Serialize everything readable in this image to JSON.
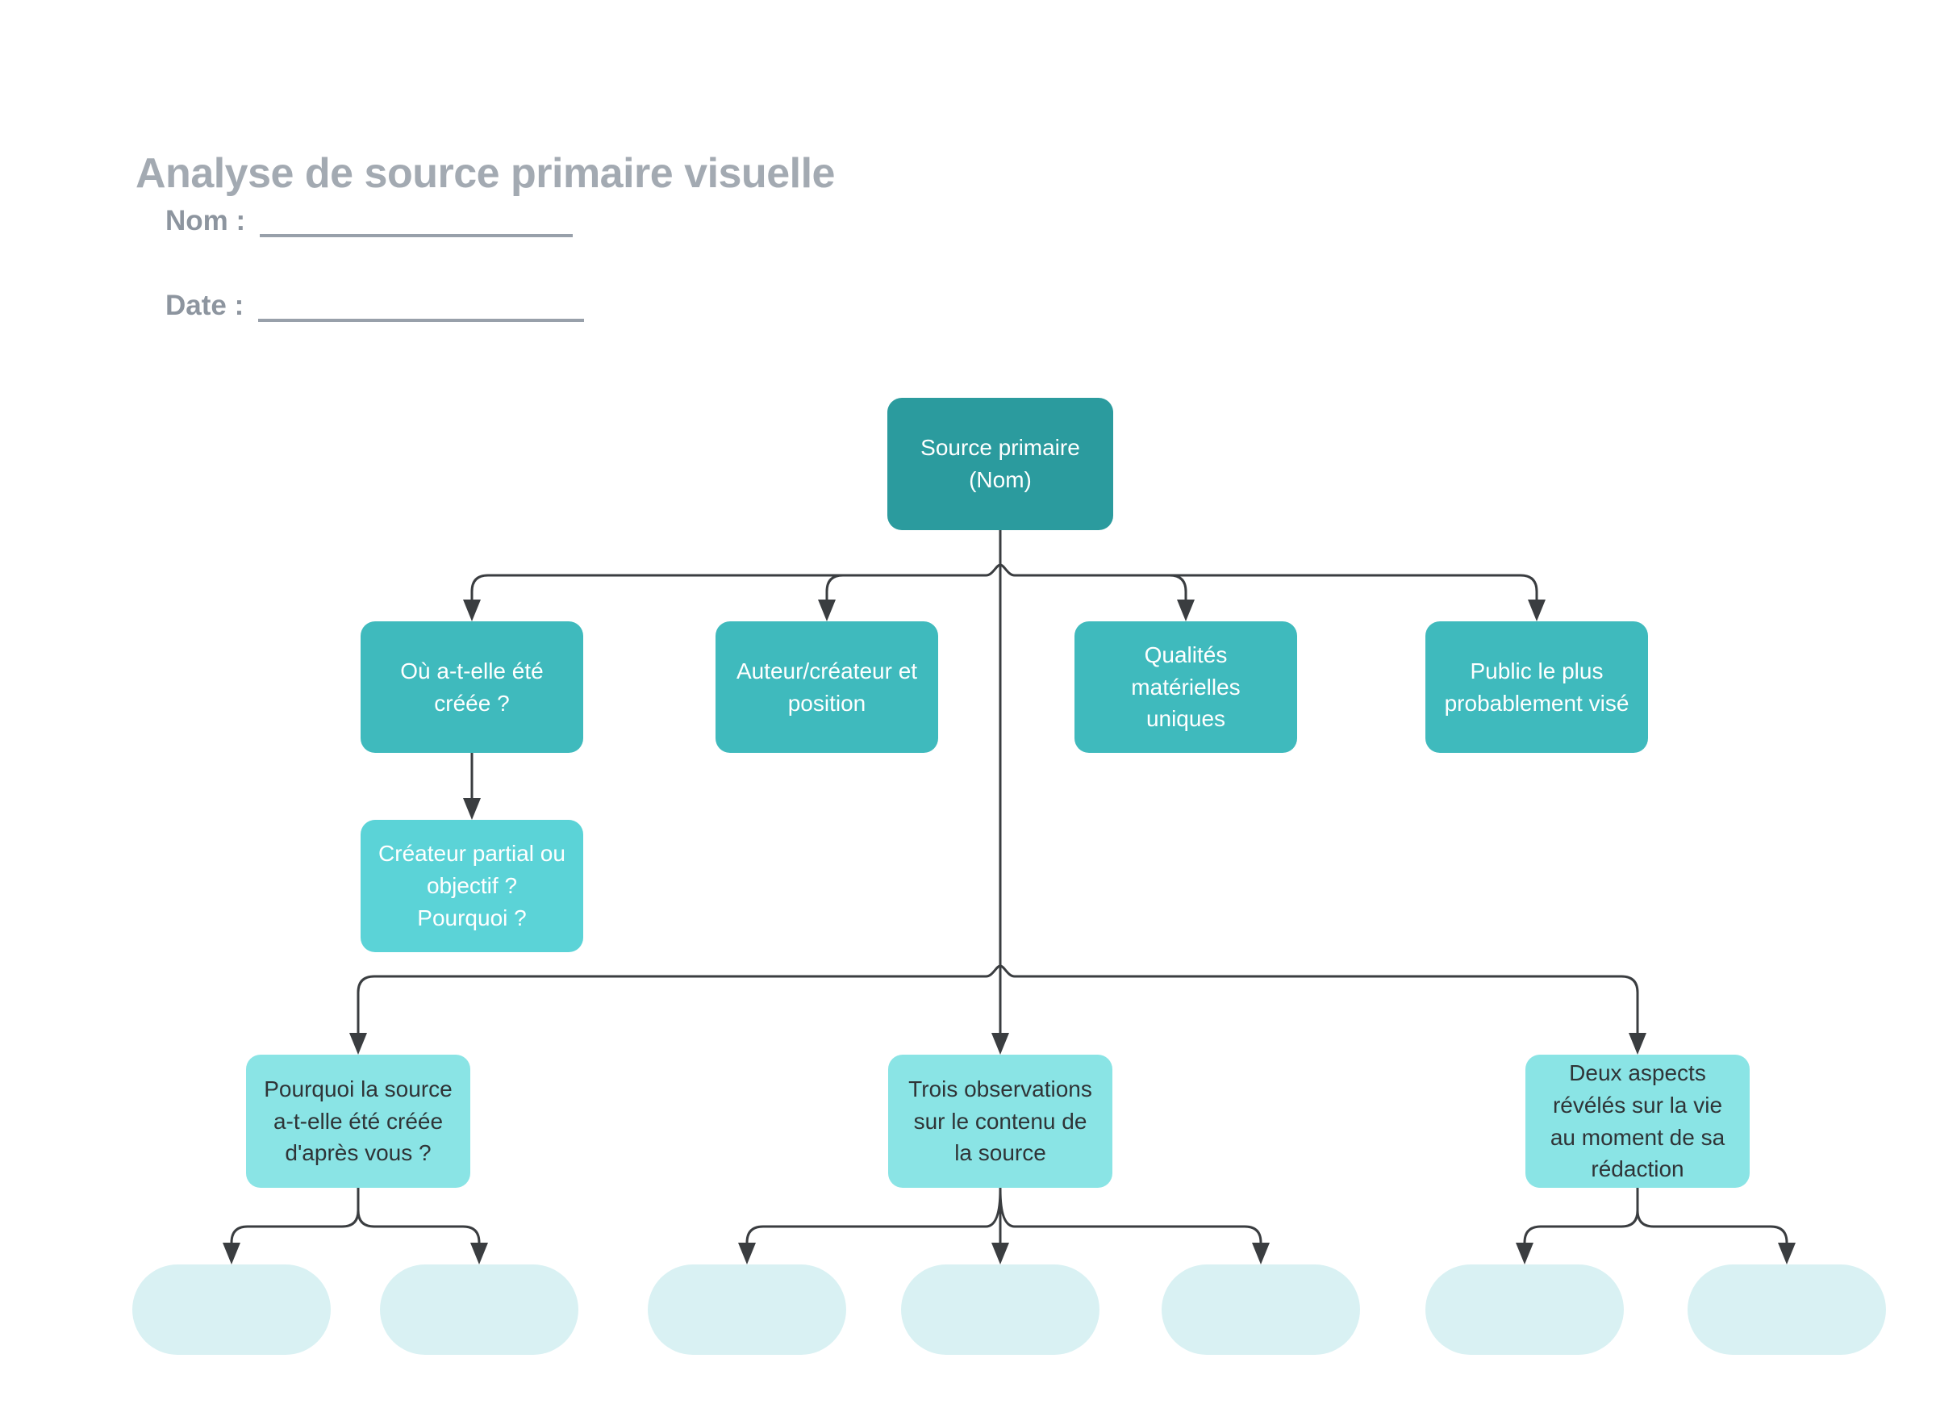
{
  "header": {
    "title": "Analyse de source primaire visuelle"
  },
  "form": {
    "name_label": "Nom :",
    "name_value": "",
    "date_label": "Date :",
    "date_value": ""
  },
  "diagram": {
    "root": {
      "label": "Source primaire\n(Nom)"
    },
    "level2": [
      {
        "label": "Où a-t-elle été\ncréée ?"
      },
      {
        "label": "Auteur/créateur et\nposition"
      },
      {
        "label": "Qualités\nmatérielles\nuniques"
      },
      {
        "label": "Public le plus\nprobablement visé"
      }
    ],
    "level2_child": {
      "label": "Créateur partial ou\nobjectif ?\nPourquoi ?",
      "parent": "Où a-t-elle été créée ?"
    },
    "level3": [
      {
        "label": "Pourquoi la source\na-t-elle été créée\nd'après vous ?",
        "answer_slots": 2
      },
      {
        "label": "Trois observations\nsur le contenu de\nla source",
        "answer_slots": 3
      },
      {
        "label": "Deux aspects\nrévélés sur la vie\nau moment de sa\nrédaction",
        "answer_slots": 2
      }
    ],
    "answer_slot_total": 7
  },
  "colors": {
    "node_root": "#2B9B9E",
    "node_level2": "#3FBABD",
    "node_level2_child": "#5BD3D7",
    "node_level3": "#8AE4E5",
    "answer_slot": "#D9F1F3",
    "connector": "#3A3D40",
    "title_text": "#A3AAB2",
    "form_label": "#8D959F",
    "blank_line": "#98A0AA",
    "node_text_light": "#FFFFFF",
    "node_text_dark": "#2F3437",
    "page_bg": "#FFFFFF"
  }
}
